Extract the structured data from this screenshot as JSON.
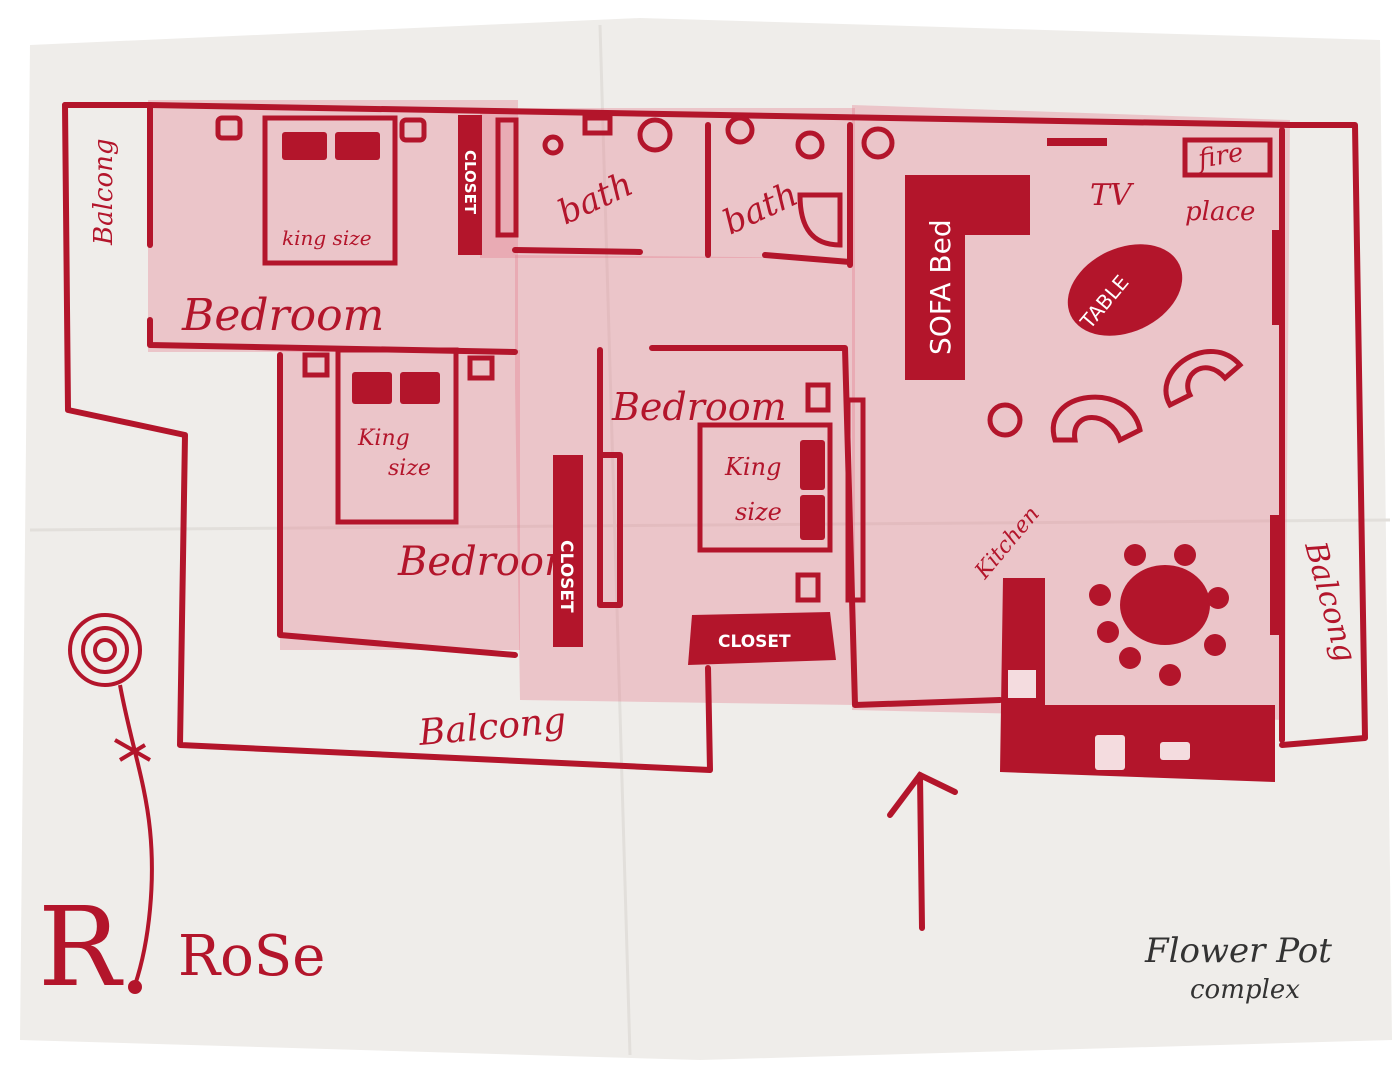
{
  "colors": {
    "ink": "#b3152b",
    "paper": "#efedea",
    "fill": "#e8a0ab"
  },
  "plan": {
    "balcony_left": "Balcong",
    "balcony_bottom": "Balcong",
    "balcony_right": "Balcong",
    "bedroom_top": "Bedroom",
    "bedroom_left": "Bedroom",
    "bedroom_middle": "Bedroom",
    "bed_top": "king size",
    "bed_left_1": "King",
    "bed_left_2": "size",
    "bed_middle_1": "King",
    "bed_middle_2": "size",
    "closet_top": "CLOSET",
    "closet_middle": "CLOSET",
    "closet_bottom": "CLOSET",
    "bath_1": "bath",
    "bath_2": "bath",
    "sofa": "SOFA Bed",
    "tv": "TV",
    "fire": "fire",
    "place": "place",
    "table": "TABLE",
    "kitchen": "Kitchen"
  },
  "signature": {
    "initial": "R",
    "name": "RoSe"
  },
  "brand": {
    "line1": "Flower Pot",
    "line2": "complex"
  }
}
